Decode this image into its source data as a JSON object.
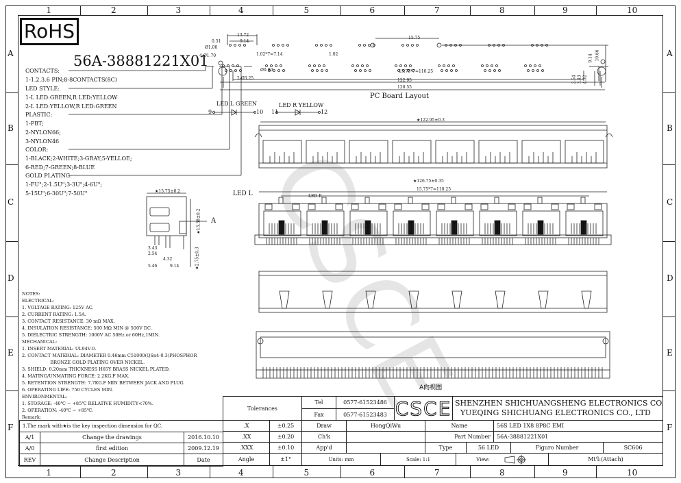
{
  "frame": {
    "columns": [
      "1",
      "2",
      "3",
      "4",
      "5",
      "6",
      "7",
      "8",
      "9",
      "10"
    ],
    "rows": [
      "A",
      "B",
      "C",
      "D",
      "E",
      "F"
    ]
  },
  "rohs": "RoHS",
  "part_code": "56A-38881221X01",
  "legend": {
    "contacts_label": "CONTACTS:",
    "contacts": "1-1.2.3.6 PIN;8-8CONTACTS(8C)",
    "led_label": "LED STYLE:",
    "led_1": "1-L LED:GREEN,R LED:YELLOW",
    "led_2": "2-L LED:YELLOW,R LED:GREEN",
    "plastic_label": "PLASTIC:",
    "plastic_1": "1-PBT;",
    "plastic_2": "2-NYLON66;",
    "plastic_3": "3-NYLON46",
    "color_label": "COLOR:",
    "color_1": "1-BLACK;2-WHITE;3-GRAY;5-YELLOE;",
    "color_2": "6-RED;7-GREEN;8-BLUE",
    "gold_label": "GOLD PLATING:",
    "gold_1": "1-FU\";2-1.5U\";3-3U\";4-6U\";",
    "gold_2": "5-15U\";6-30U\";7-50U\""
  },
  "pcb": {
    "title": "PC Board Layout",
    "dims": [
      "0.51",
      "Ø1.00",
      "4-Ø1.70",
      "13.72",
      "9.14",
      "1.02*7=7.14",
      "1.02",
      "15.75",
      "Ø0.90",
      "2-Ø3.25",
      "15.75*7=110.25",
      "122.95",
      "126.55",
      "9.14",
      "10.66",
      "2.54",
      "3.43",
      "4.32"
    ]
  },
  "led_diagram": {
    "left_label": "LED L GREEN",
    "left_pins": [
      "9",
      "10"
    ],
    "right_label": "LED R YELLOW",
    "right_pins": [
      "11",
      "12"
    ]
  },
  "top_view": {
    "dim": "★122.95±0.3"
  },
  "front_view": {
    "dim_total": "★126.75±0.35",
    "dim_pitch": "15.75*7=110.25",
    "led_l": "LED L",
    "led_r": "LED R"
  },
  "side_view": {
    "dim_width": "★15.75±0.2",
    "dim_height": "★13.38±0.2",
    "dim_pin": "★2.75±0.3",
    "dims": [
      "3.43",
      "2.54",
      "4.32",
      "5.46",
      "9.14"
    ],
    "arrow_label": "A"
  },
  "view_a_label": "A向视图",
  "watermark": "CSCE",
  "notes": [
    "NOTES:",
    "ELECTRICAL:",
    "1. VOLTAGE RATING: 125V AC.",
    "2. CURRENT RATING: 1.5A.",
    "3. CONTACT RESISTANCE: 30 mΩ MAX.",
    "4. INSULATION RESISTANCE: 500 MΩ MIN @ 500V DC.",
    "5. DIELECTRIC STRENGTH: 1000V AC 50Hz or 60Hz,1MIN.",
    "MECHANICAL:",
    "1. INSERT MATERIAL: UL94V-0.",
    "2. CONTACT MATERIAL: DIAMETER 0.46mm C51000(QSn4-0.3)PHOSPHOR",
    "                    BRONZE GOLD PLATING OVER NICKEL.",
    "3. SHIELD: 0.20mm THICKNESS H65Y BRASS NICKEL PLATED.",
    "4. MATING/UNMATING FORCE: 2.2KG.F MAX.",
    "5. RETENTION STRENGTH: 7.7KG.F MIN BETWEEN JACK AND PLUG.",
    "6. OPERATING LIFE: 750 CYCLES MIN.",
    "ENVIRONMENTAL:",
    "1. STORAGE: -40℃ ~ +85℃ RELATIVE HUMIDITY<70%.",
    "2. OPERATION: -40℃ ~ +85℃.",
    "Remark:"
  ],
  "remark": "1.The mark with★is the key inspection dimension for QC.",
  "revisions": [
    {
      "rev": "A/1",
      "desc": "Change the drawings",
      "date": "2016.10.10"
    },
    {
      "rev": "A/0",
      "desc": "first edition",
      "date": "2009.12.19"
    },
    {
      "rev": "REV",
      "desc": "Change Description",
      "date": "Date"
    }
  ],
  "title_block": {
    "tolerances": "Tolerances",
    "tel_label": "Tel",
    "tel": "0577-61523486",
    "fax_label": "Fax",
    "fax": "0577-61523483",
    "logo": "CSCE",
    "company_1": "SHENZHEN SHICHUANGSHENG ELECTRONICS CO.,LTD",
    "company_2": "YUEQING SHICHUANG ELECTRONICS CO., LTD",
    "tol_x": ".X",
    "tol_x_val": "±0.25",
    "tol_xx": ".XX",
    "tol_xx_val": "±0.20",
    "tol_xxx": ".XXX",
    "tol_xxx_val": "±0.10",
    "angle": "Angle",
    "angle_val": "±1°",
    "draw_label": "Draw",
    "draw": "HongQiWu",
    "chk_label": "Ch'k",
    "chk": "",
    "appd_label": "App'd",
    "appd": "",
    "name_label": "Name",
    "name": "56S LED 1X8 8P8C EMI",
    "part_label": "Part Number",
    "part": "56A-38881221X01",
    "type_label": "Type",
    "type": "56 LED",
    "figure_label": "Figuro Number",
    "figure": "SC606",
    "units": "Units: mm",
    "scale": "Scale: 1:1",
    "view": "View:",
    "material": "Mt'l:(Attach)"
  }
}
